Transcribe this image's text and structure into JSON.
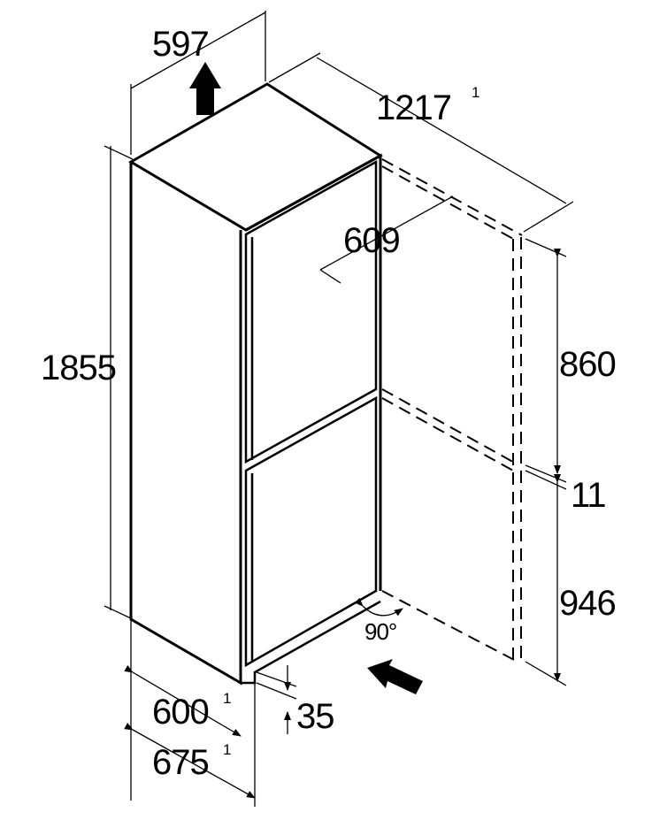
{
  "diagram": {
    "dimensions": {
      "width": "597",
      "depth_door_open": "1217",
      "door_depth": "609",
      "height": "1855",
      "upper_door_height": "860",
      "door_gap": "11",
      "lower_door_height": "946",
      "depth": "600",
      "depth_with_handle": "675",
      "plinth_height": "35",
      "door_angle": "90°"
    },
    "footnote_marker": "1",
    "colors": {
      "line": "#000000",
      "background": "#ffffff"
    }
  }
}
